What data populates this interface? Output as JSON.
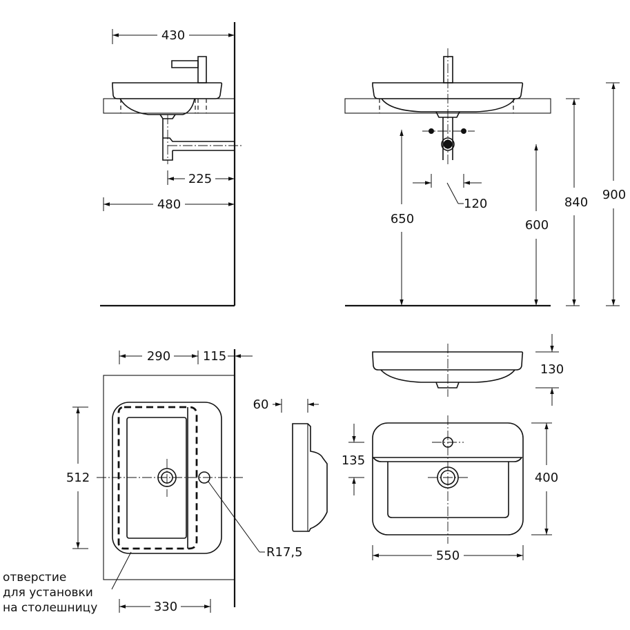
{
  "dimensions": {
    "side_width": "430",
    "drain_offset": "225",
    "side_depth": "480",
    "rim_height": "900",
    "counter_height": "840",
    "waste_height": "650",
    "trap_height": "600",
    "supply_spacing": "120",
    "cutout_depth_a": "290",
    "cutout_depth_b": "115",
    "cutout_width": "512",
    "cutout_length": "330",
    "corner_radius": "R17,5",
    "rim_thickness": "60",
    "bowl_rise": "135",
    "basin_height": "130",
    "basin_depth": "400",
    "basin_width": "550"
  },
  "note": {
    "line1": "отверстие",
    "line2": "для установки",
    "line3": "на столешницу"
  }
}
